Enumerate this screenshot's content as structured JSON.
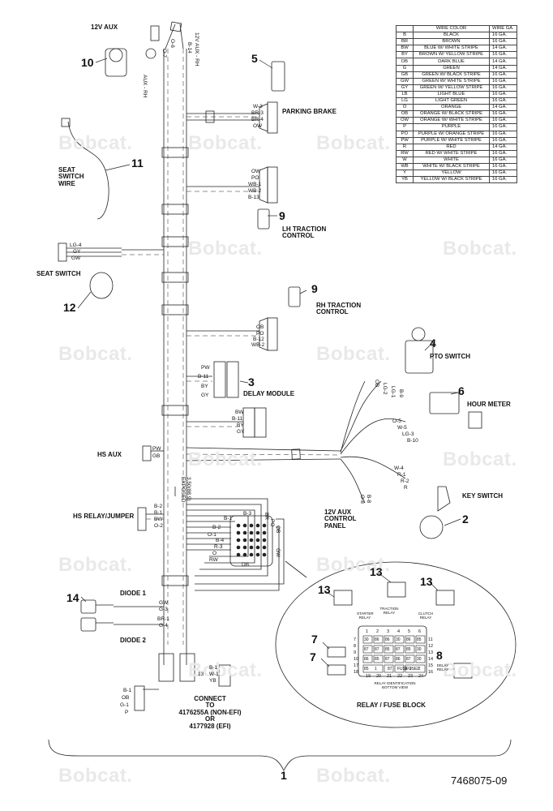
{
  "watermark": "Bobcat.",
  "part_number": "7468075-09",
  "wire_table": {
    "headers": [
      "",
      "WIRE COLOR",
      "WIRE GA."
    ],
    "rows": [
      [
        "B",
        "BLACK",
        "16 GA."
      ],
      [
        "BR",
        "BROWN",
        "16 GA."
      ],
      [
        "BW",
        "BLUE W/ WHITE STRIPE",
        "14 GA."
      ],
      [
        "BY",
        "BROWN W/ YELLOW STRIPE",
        "16 GA."
      ],
      [
        "DB",
        "DARK BLUE",
        "14 GA."
      ],
      [
        "G",
        "GREEN",
        "14 GA."
      ],
      [
        "GB",
        "GREEN W/ BLACK STRIPE",
        "16 GA."
      ],
      [
        "GW",
        "GREEN W/ WHITE STRIPE",
        "16 GA."
      ],
      [
        "GY",
        "GREEN W/ YELLOW STRIPE",
        "16 GA."
      ],
      [
        "LB",
        "LIGHT BLUE",
        "16 GA."
      ],
      [
        "LG",
        "LIGHT GREEN",
        "16 GA."
      ],
      [
        "O",
        "ORANGE",
        "14 GA."
      ],
      [
        "OB",
        "ORANGE W/ BLACK STRIPE",
        "16 GA."
      ],
      [
        "OW",
        "ORANGE W/ WHITE STRIPE",
        "16 GA."
      ],
      [
        "P",
        "PURPLE",
        "16 GA."
      ],
      [
        "PO",
        "PURPLE W/ ORANGE STRIPE",
        "16 GA."
      ],
      [
        "PW",
        "PURPLE W/ WHITE STRIPE",
        "16 GA."
      ],
      [
        "R",
        "RED",
        "14 GA."
      ],
      [
        "RW",
        "RED W/ WHITE STRIPE",
        "16 GA."
      ],
      [
        "W",
        "WHITE",
        "16 GA."
      ],
      [
        "WB",
        "WHITE W/ BLACK STRIPE",
        "16 GA."
      ],
      [
        "Y",
        "YELLOW",
        "16 GA."
      ],
      [
        "YB",
        "YELLOW W/ BLACK STRIPE",
        "16 GA."
      ]
    ]
  },
  "components": {
    "aux12v": {
      "number": "10",
      "label": "12V AUX"
    },
    "parking_brake": {
      "number": "5",
      "label": "PARKING BRAKE"
    },
    "seat_switch_wire": {
      "number": "11",
      "label": "SEAT\nSWITCH\nWIRE"
    },
    "lh_traction": {
      "number": "9",
      "label": "LH TRACTION\nCONTROL"
    },
    "seat_switch": {
      "number": "12",
      "label": "SEAT SWITCH"
    },
    "rh_traction": {
      "number": "9",
      "label": "RH TRACTION\nCONTROL"
    },
    "pto_switch": {
      "number": "4",
      "label": "PTO SWITCH"
    },
    "delay_module": {
      "number": "3",
      "label": "DELAY MODULE"
    },
    "hour_meter": {
      "number": "6",
      "label": "HOUR METER"
    },
    "hs_aux": {
      "label": "HS AUX"
    },
    "key_switch": {
      "number": "2",
      "label": "KEY SWITCH"
    },
    "aux_panel": {
      "label": "12V AUX\nCONTROL\nPANEL"
    },
    "hs_relay": {
      "label": "HS RELAY/JUMPER"
    },
    "diode": {
      "number": "14",
      "label1": "DIODE 1",
      "label2": "DIODE 2"
    },
    "relay13": {
      "number": "13"
    },
    "relay7": {
      "number": "7"
    },
    "relay8": {
      "number": "8"
    },
    "relay_block": {
      "label": "RELAY / FUSE BLOCK",
      "sub": "RELAY IDENTIFICATION\nBOTTOM VIEW",
      "starter": "STARTER\nRELAY",
      "traction": "TRACTION\nRELAY",
      "clutch": "CLUTCH\nRELAY",
      "delay": "DELAY\nRELAY"
    },
    "connect": {
      "label": "CONNECT\nTO\n4176255A (NON-EFI)\nOR\n4177928 (EFI)"
    },
    "harness": {
      "number": "1"
    }
  },
  "wires": {
    "aux_rh_top": [
      "B-14",
      "O-6",
      "O-7"
    ],
    "aux_rh_label": "12V AUX - RH",
    "aux_rh_side": "AUX - RH",
    "parking_brake": [
      "W-3",
      "BR-3",
      "BR-4",
      "OW"
    ],
    "lh_traction": [
      "OW",
      "PO",
      "WB-1",
      "WB-2",
      "B-13"
    ],
    "seat_switch": [
      "LG-4",
      "GY",
      "GW"
    ],
    "rh_traction": [
      "OB",
      "PO",
      "B-12",
      "WB-2"
    ],
    "delay_module_a": [
      "PW",
      "B-11",
      "BY",
      "GY"
    ],
    "delay_module_b": [
      "BW",
      "B-11",
      "BY",
      "GY"
    ],
    "hs_aux": [
      "PW",
      "GB"
    ],
    "exposed": "3.50(88.9)\nEXPOSED",
    "hs_relay": [
      "B-2",
      "B-1",
      "BW",
      "O-2"
    ],
    "main_conn_left": [
      "B-1",
      "B-2",
      "O-1",
      "B-4",
      "R-3",
      "O",
      "RW"
    ],
    "main_conn_top": [
      "B-3",
      "BR",
      "PO",
      "OB",
      "GW"
    ],
    "main_conn_bottom": [
      "DB"
    ],
    "diode1": [
      "GW",
      "G-3"
    ],
    "diode2": [
      "BR-1",
      "G-4"
    ],
    "key_switch": [
      "W-4",
      "R-1",
      "R-2",
      "R"
    ],
    "hour_meter": [
      "O-5",
      "W-5",
      "LG-3",
      "B-10"
    ],
    "pto": [
      "OB",
      "LG-2",
      "LG-1",
      "B-9"
    ],
    "aux_panel": [
      "B-8",
      "O-8"
    ],
    "connect_left": [
      "B-1",
      "OB",
      "G-1",
      "P"
    ],
    "connect_right": [
      "B-1",
      "W-1",
      "YB"
    ],
    "connect_nums": [
      "13"
    ]
  },
  "relay_grid": {
    "top": [
      "1",
      "2",
      "3",
      "4",
      "5",
      "6"
    ],
    "side_left": [
      "7",
      "8",
      "9",
      "10",
      "17",
      "18"
    ],
    "side_right": [
      "11",
      "12",
      "13",
      "14",
      "15",
      "16"
    ],
    "bottom": [
      "19",
      "20",
      "21",
      "22",
      "23",
      "24"
    ],
    "cells": [
      "30",
      "86",
      "86",
      "30",
      "86",
      "85",
      "87",
      "87",
      "85",
      "87",
      "85",
      "30",
      "86",
      "85",
      "87",
      "86",
      "87",
      "30",
      "85",
      "87",
      "FUSE 1",
      "FUSE 2",
      "1",
      "2"
    ]
  }
}
